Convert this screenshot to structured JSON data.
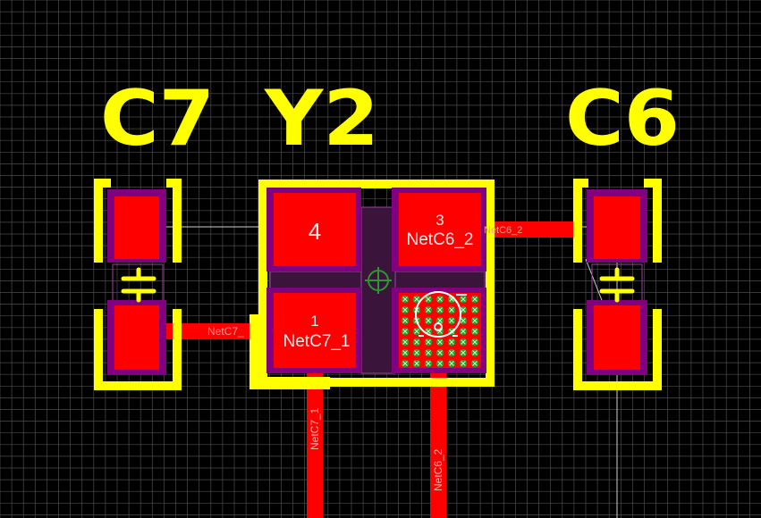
{
  "colors": {
    "background": "#000000",
    "grid": "#4d4d4d",
    "silkscreen": "#ffff00",
    "pad": "#ff0000",
    "solder_mask": "#800080",
    "courtyard": "#a040a0",
    "text_on_pad": "#f0e8e8",
    "net_label": "#ff9b9b",
    "via_fill": "#2a9a2a",
    "ratsnest": "#cfcfcf",
    "cursor": "#ffffff"
  },
  "components": {
    "c7": {
      "designator": "C7"
    },
    "y2": {
      "designator": "Y2"
    },
    "c6": {
      "designator": "C6"
    }
  },
  "pads": {
    "y2_pad4": {
      "number": "4"
    },
    "y2_pad3": {
      "number": "3",
      "net": "NetC6_2"
    },
    "y2_pad1": {
      "number": "1",
      "net": "NetC7_1"
    }
  },
  "tracks": {
    "c7_to_y2_label": "NetC7_",
    "y2_to_c6_label": "NetC6_2",
    "down_left_label": "NetC7_1",
    "down_right_label": "NetC6_2"
  },
  "icons": {
    "origin_marker": "crosshair-circle-icon",
    "capacitor_symbol": "capacitor-icon",
    "cursor": "circle-cursor-icon"
  }
}
